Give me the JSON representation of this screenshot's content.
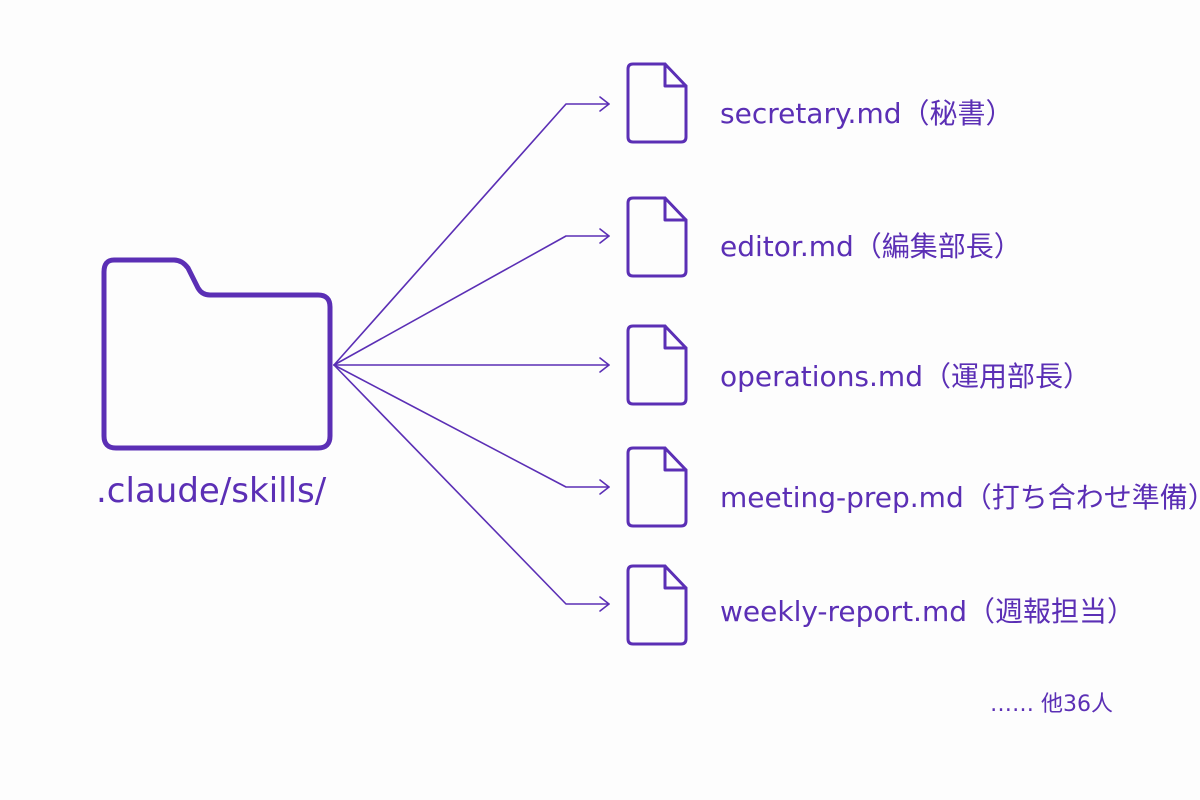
{
  "folder": {
    "icon": "folder-icon",
    "label": ".claude/skills/"
  },
  "files": [
    {
      "icon": "file-icon",
      "label": "secretary.md（秘書）"
    },
    {
      "icon": "file-icon",
      "label": "editor.md（編集部長）"
    },
    {
      "icon": "file-icon",
      "label": "operations.md（運用部長）"
    },
    {
      "icon": "file-icon",
      "label": "meeting-prep.md（打ち合わせ準備）"
    },
    {
      "icon": "file-icon",
      "label": "weekly-report.md（週報担当）"
    }
  ],
  "more": "…… 他36人",
  "colors": {
    "accent": "#5b2fb5",
    "background": "#fdfdfd"
  }
}
